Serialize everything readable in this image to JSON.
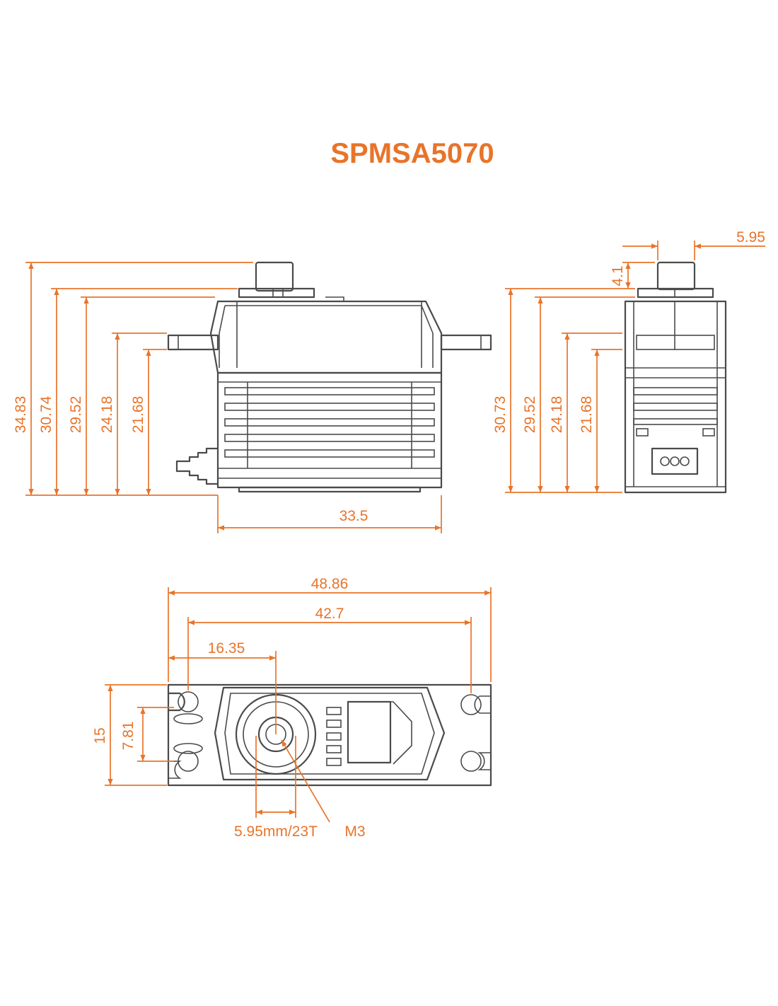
{
  "title": "SPMSA5070",
  "accent_color": "#e8742a",
  "outline_color": "#4a4a4a",
  "views": {
    "side": {
      "heights": [
        "34.83",
        "30.74",
        "29.52",
        "24.18",
        "21.68"
      ],
      "width": "33.5"
    },
    "end": {
      "width_top": "5.95",
      "spline_height": "4.1",
      "heights": [
        "30.73",
        "29.52",
        "24.18",
        "21.68"
      ]
    },
    "top": {
      "overall_length": "48.86",
      "hole_spacing": "42.7",
      "shaft_offset": "16.35",
      "width": "15",
      "hole_slot": "7.81",
      "spline": "5.95mm/23T",
      "screw": "M3"
    }
  }
}
